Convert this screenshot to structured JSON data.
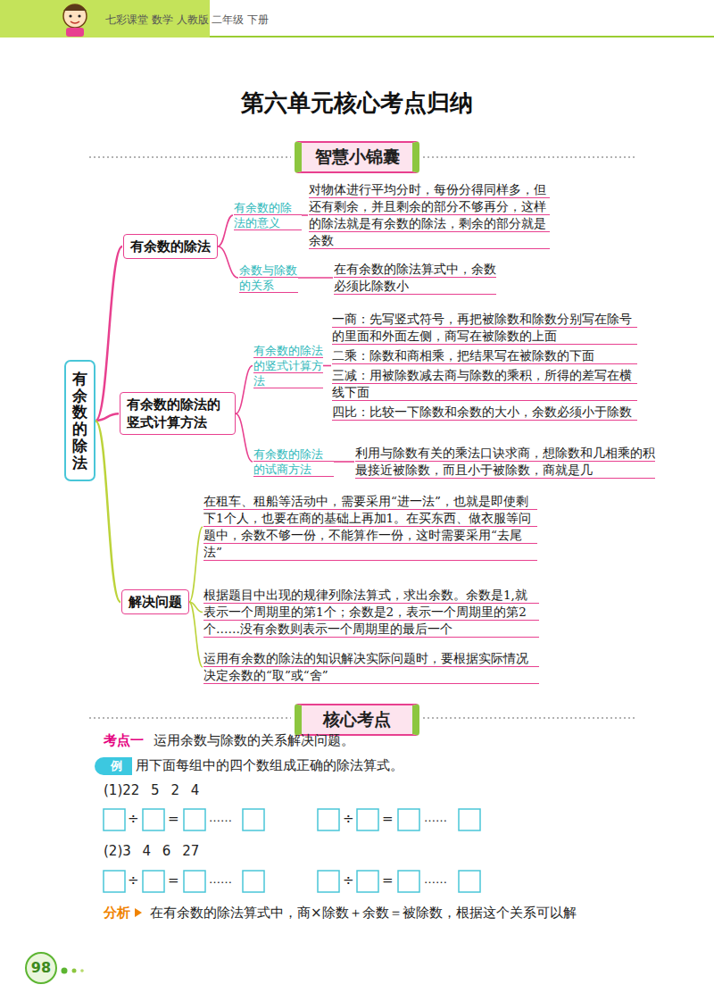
{
  "diagram": {
    "title": "第六单元核心考点归纳",
    "nodes": [
      {
        "text": [
          "智慧小锦囊"
        ]
      },
      {
        "text": [
          "有余数的除法"
        ]
      },
      {
        "text": [
          "有余数的除法"
        ]
      },
      {
        "text": [
          "有余数的除法的意义"
        ]
      },
      {
        "text": [
          "对物体进行平均分时，每份分得同样多，但还有剩余，并且剩余的部分不够再分，这样的除法就是有余数的除法，剩余的部分就是余数"
        ]
      },
      {
        "text": [
          "余数与除数的关系"
        ]
      },
      {
        "text": [
          "在有余数的除法算式中，余数必须比除数小"
        ]
      },
      {
        "text": [
          "有余数的除法的竖式计算方法"
        ]
      },
      {
        "text": [
          "有余数的除法的竖式计算方法"
        ]
      },
      {
        "text": [
          "一商：先写竖式符号，再把被除数和除数分别写在除号的里面和外面左侧，商写在被除数的上面",
          "二乘：除数和商相乘，把结果写在被除数的下面",
          "三减：用被除数减去商与除数的乘积，所得的差写在横线下面",
          "四比：比较一下除数和余数的大小，余数必须小于除数"
        ]
      },
      {
        "text": [
          "有余数的除法的试商方法"
        ]
      },
      {
        "text": [
          "利用与除数有关的乘法口诀求商，想除数和几相乘的积最接近被除数，而且小于被除数，商就是几"
        ]
      },
      {
        "text": [
          "解决问题"
        ]
      },
      {
        "text": [
          "在租车、租船等活动中，需要采用“进一法”，也就是即使剩下1个人，也要在商的基础上再加1。在买东西、做衣服等问题中，余数不够一份，不能算作一份，这时需要采用“去尾法”"
        ]
      },
      {
        "text": [
          "根据题目中出现的规律列除法算式，求出余数。余数是1,就表示一个周期里的第1个；余数是2，表示一个周期里的第2个……没有余数则表示一个周期里的最后一个"
        ]
      },
      {
        "text": [
          "运用有余数的除法的知识解决实际问题时，要根据实际情况决定余数的“取”或“舍”"
        ]
      },
      {
        "text": [
          "核心考点"
        ]
      }
    ],
    "edges": [
      {
        "from": 1,
        "to": 2,
        "arrow": "none"
      },
      {
        "from": 1,
        "to": 7,
        "arrow": "none"
      },
      {
        "from": 1,
        "to": 12,
        "arrow": "none"
      },
      {
        "from": 2,
        "to": 3,
        "arrow": "none"
      },
      {
        "from": 2,
        "to": 5,
        "arrow": "none"
      },
      {
        "from": 3,
        "to": 4,
        "arrow": "none"
      },
      {
        "from": 5,
        "to": 6,
        "arrow": "none"
      },
      {
        "from": 7,
        "to": 8,
        "arrow": "none"
      },
      {
        "from": 7,
        "to": 10,
        "arrow": "none"
      },
      {
        "from": 8,
        "to": 9,
        "arrow": "none"
      },
      {
        "from": 10,
        "to": 11,
        "arrow": "none"
      },
      {
        "from": 12,
        "to": 13,
        "arrow": "none"
      },
      {
        "from": 12,
        "to": 14,
        "arrow": "none"
      },
      {
        "from": 12,
        "to": 15,
        "arrow": "none"
      }
    ],
    "labels": [
      "七彩课堂 数学 人教版 二年级 下册",
      "考点一",
      "运用余数与除数的关系解决问题。",
      "例",
      "用下面每组中的四个数组成正确的除法算式。",
      "(1)22 5 2 4",
      "÷",
      "=",
      "……",
      "÷",
      "=",
      "……",
      "(2)3 4 6 27",
      "÷",
      "=",
      "……",
      "÷",
      "=",
      "……",
      "分析",
      "在有余数的除法算式中，商×除数＋余数＝被除数，根据这个关系可以解",
      "98"
    ]
  }
}
